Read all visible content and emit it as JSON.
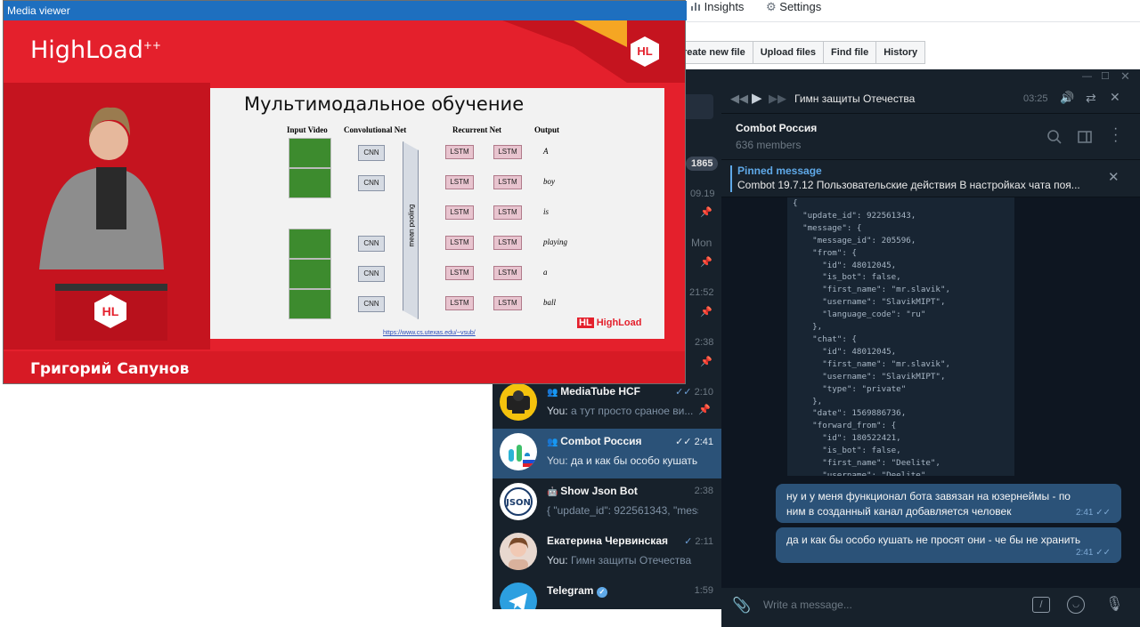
{
  "github": {
    "tabs": [
      {
        "label": "Insights",
        "icon": "bar-chart-icon"
      },
      {
        "label": "Settings",
        "icon": "gear-icon"
      }
    ],
    "buttons": [
      "reate new file",
      "Upload files",
      "Find file",
      "History"
    ]
  },
  "telegram": {
    "left_partial": {
      "badge": "1865",
      "times": [
        "09.19",
        "Mon",
        "21:52",
        "2:38"
      ]
    },
    "chats": [
      {
        "name": "MediaTube HCF",
        "time": "2:10",
        "sender": "You:",
        "text": "а тут просто сраное ви...",
        "icon": "group-icon",
        "status": "read"
      },
      {
        "name": "Combot Россия",
        "time": "2:41",
        "sender": "You:",
        "text": "да и как бы особо кушать ...",
        "icon": "group-icon",
        "status": "read",
        "selected": true
      },
      {
        "name": "Show Json Bot",
        "time": "2:38",
        "sender": "",
        "text": "{  \"update_id\": 922561343,  \"mess...",
        "icon": "bot-icon",
        "status": ""
      },
      {
        "name": "Екатерина Червинская",
        "time": "2:11",
        "sender": "You:",
        "text": "Гимн  защиты  Отечества",
        "icon": "",
        "status": "sent"
      },
      {
        "name": "Telegram",
        "time": "1:59",
        "sender": "",
        "text": "",
        "icon": "verified-icon",
        "status": ""
      }
    ],
    "player": {
      "title": "Гимн  защиты  Отечества",
      "duration": "03:25"
    },
    "header": {
      "title": "Combot Россия",
      "members": "636 members"
    },
    "pinned": {
      "label": "Pinned message",
      "text": "Combot 19.7.12   Пользовательские действия В настройках чата поя..."
    },
    "json_lines": [
      "{",
      "  \"update_id\": 922561343,",
      "  \"message\": {",
      "    \"message_id\": 205596,",
      "    \"from\": {",
      "      \"id\": 48012045,",
      "      \"is_bot\": false,",
      "      \"first_name\": \"mr.slavik\",",
      "      \"username\": \"SlavikMIPT\",",
      "      \"language_code\": \"ru\"",
      "    },",
      "    \"chat\": {",
      "      \"id\": 48012045,",
      "      \"first_name\": \"mr.slavik\",",
      "      \"username\": \"SlavikMIPT\",",
      "      \"type\": \"private\"",
      "    },",
      "    \"date\": 1569886736,",
      "    \"forward_from\": {",
      "      \"id\": 180522421,",
      "      \"is_bot\": false,",
      "      \"first_name\": \"Deelite\",",
      "      \"username\": \"Deelite\","
    ],
    "messages": [
      {
        "text": "ну и у меня функционал бота завязан на юзернеймы - по ним в созданный канал добавляется человек",
        "time": "2:41"
      },
      {
        "text": "да и как бы особо кушать не просят они - че бы не хранить",
        "time": "2:41"
      }
    ],
    "composer": {
      "placeholder": "Write a message..."
    }
  },
  "media": {
    "window_title": "Media viewer",
    "brand": "HighLoad",
    "brand_sup": "++",
    "logo": "HL",
    "slide_title": "Мультимодальное обучение",
    "columns": [
      "Input Video",
      "Convolutional Net",
      "Recurrent Net",
      "Output"
    ],
    "cnn_label": "CNN",
    "lstm_label": "LSTM",
    "pool_label": "mean pooling",
    "outputs": [
      "A",
      "boy",
      "is",
      "playing",
      "a",
      "ball"
    ],
    "url": "https://www.cs.utexas.edu/~vsub/",
    "speaker": "Григорий Сапунов",
    "podium_logo": "HL",
    "slide_brand": "HighLoad"
  }
}
